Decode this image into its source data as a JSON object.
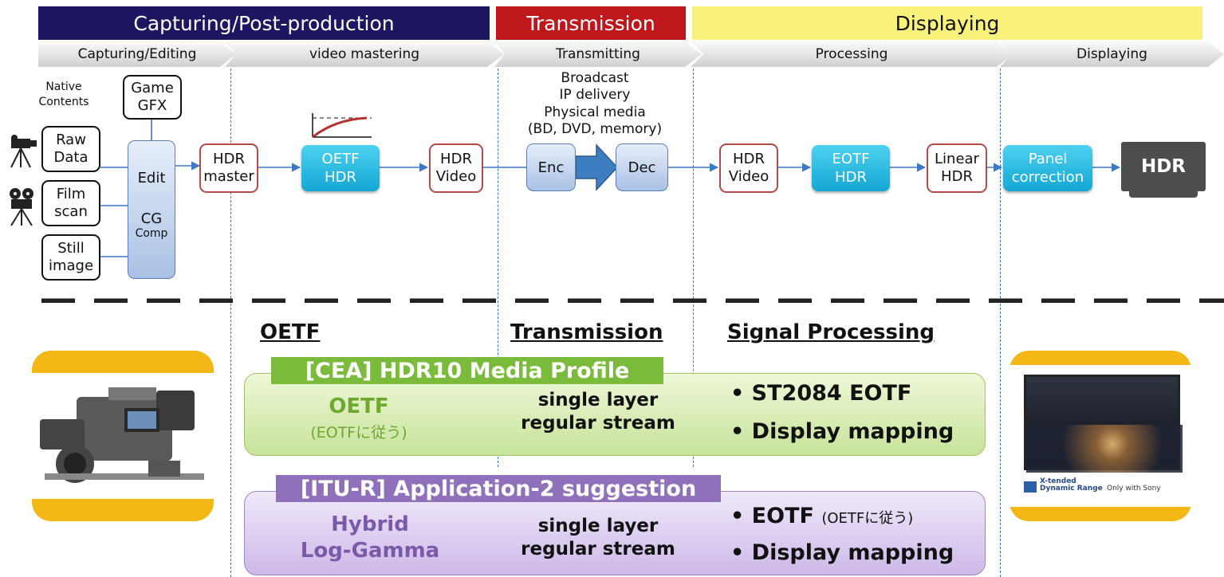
{
  "colors": {
    "phase_capture": "#1c1760",
    "phase_transmission": "#c0171d",
    "phase_display": "#f8f27c",
    "accent_red": "#b54848",
    "cyan": "#1fb3de",
    "green_panel": "#cfe9a0",
    "green_tag": "#7bbb3b",
    "purple_panel": "#d7c6ec",
    "purple_tag": "#8f70ba",
    "thumb_frame": "#f3b816"
  },
  "phases": {
    "capture": "Capturing/Post-production",
    "transmission": "Transmission",
    "display": "Displaying"
  },
  "stages": [
    "Capturing/Editing",
    "video mastering",
    "Transmitting",
    "Processing",
    "Displaying"
  ],
  "sources": {
    "native_label": [
      "Native",
      "Contents"
    ],
    "game": [
      "Game",
      "GFX"
    ],
    "raw": [
      "Raw",
      "Data"
    ],
    "film": [
      "Film",
      "scan"
    ],
    "still": [
      "Still",
      "image"
    ],
    "edit": [
      "Edit",
      "CG",
      "Comp"
    ]
  },
  "pipeline": {
    "hdr_master": [
      "HDR",
      "master"
    ],
    "oetf_hdr": [
      "OETF",
      "HDR"
    ],
    "hdr_video": [
      "HDR",
      "Video"
    ],
    "delivery": [
      "Broadcast",
      "IP delivery",
      "Physical media",
      "(BD, DVD, memory)"
    ],
    "enc": "Enc",
    "dec": "Dec",
    "hdr_video2": [
      "HDR",
      "Video"
    ],
    "eotf_hdr": [
      "EOTF",
      "HDR"
    ],
    "linear_hdr": [
      "Linear",
      "HDR"
    ],
    "panel_correction": [
      "Panel",
      "correction"
    ],
    "tv_label": "HDR"
  },
  "headings": {
    "oetf": "OETF",
    "transmission": "Transmission",
    "signal": "Signal Processing"
  },
  "hdr10": {
    "tag": "[CEA] HDR10 Media Profile",
    "oetf": "OETF",
    "oetf_sub": "(EOTFに従う)",
    "stream": [
      "single layer",
      "regular stream"
    ],
    "bullets": [
      "ST2084 EOTF",
      "Display mapping"
    ]
  },
  "hlg": {
    "tag": "[ITU-R] Application-2 suggestion",
    "name": [
      "Hybrid",
      "Log-Gamma"
    ],
    "stream": [
      "single layer",
      "regular stream"
    ],
    "bullet1": "EOTF",
    "bullet1_sub": "(OETFに従う)",
    "bullet2": "Display mapping"
  },
  "tv_brand": {
    "line1": "X-tended",
    "line2": "Dynamic Range",
    "tagline": "Only with Sony"
  }
}
